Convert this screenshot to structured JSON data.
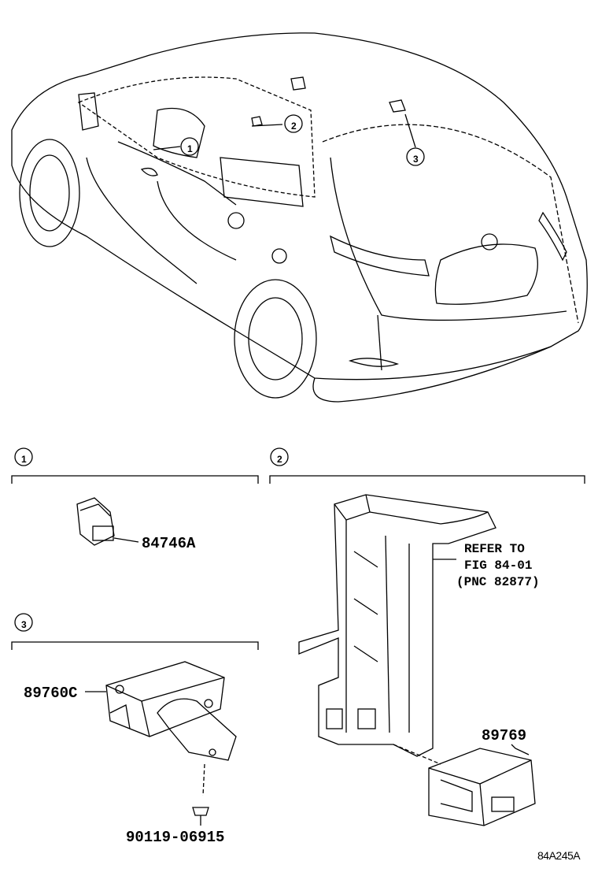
{
  "callouts": [
    "1",
    "2",
    "3"
  ],
  "sections": [
    {
      "number": "1",
      "parts": [
        "84746A"
      ]
    },
    {
      "number": "2",
      "parts": [
        "89769"
      ],
      "note": [
        "REFER TO",
        "FIG 84-01",
        "(PNC 82877)"
      ]
    },
    {
      "number": "3",
      "parts": [
        "89760C",
        "90119-06915"
      ]
    }
  ],
  "figure_code": "84A245A"
}
